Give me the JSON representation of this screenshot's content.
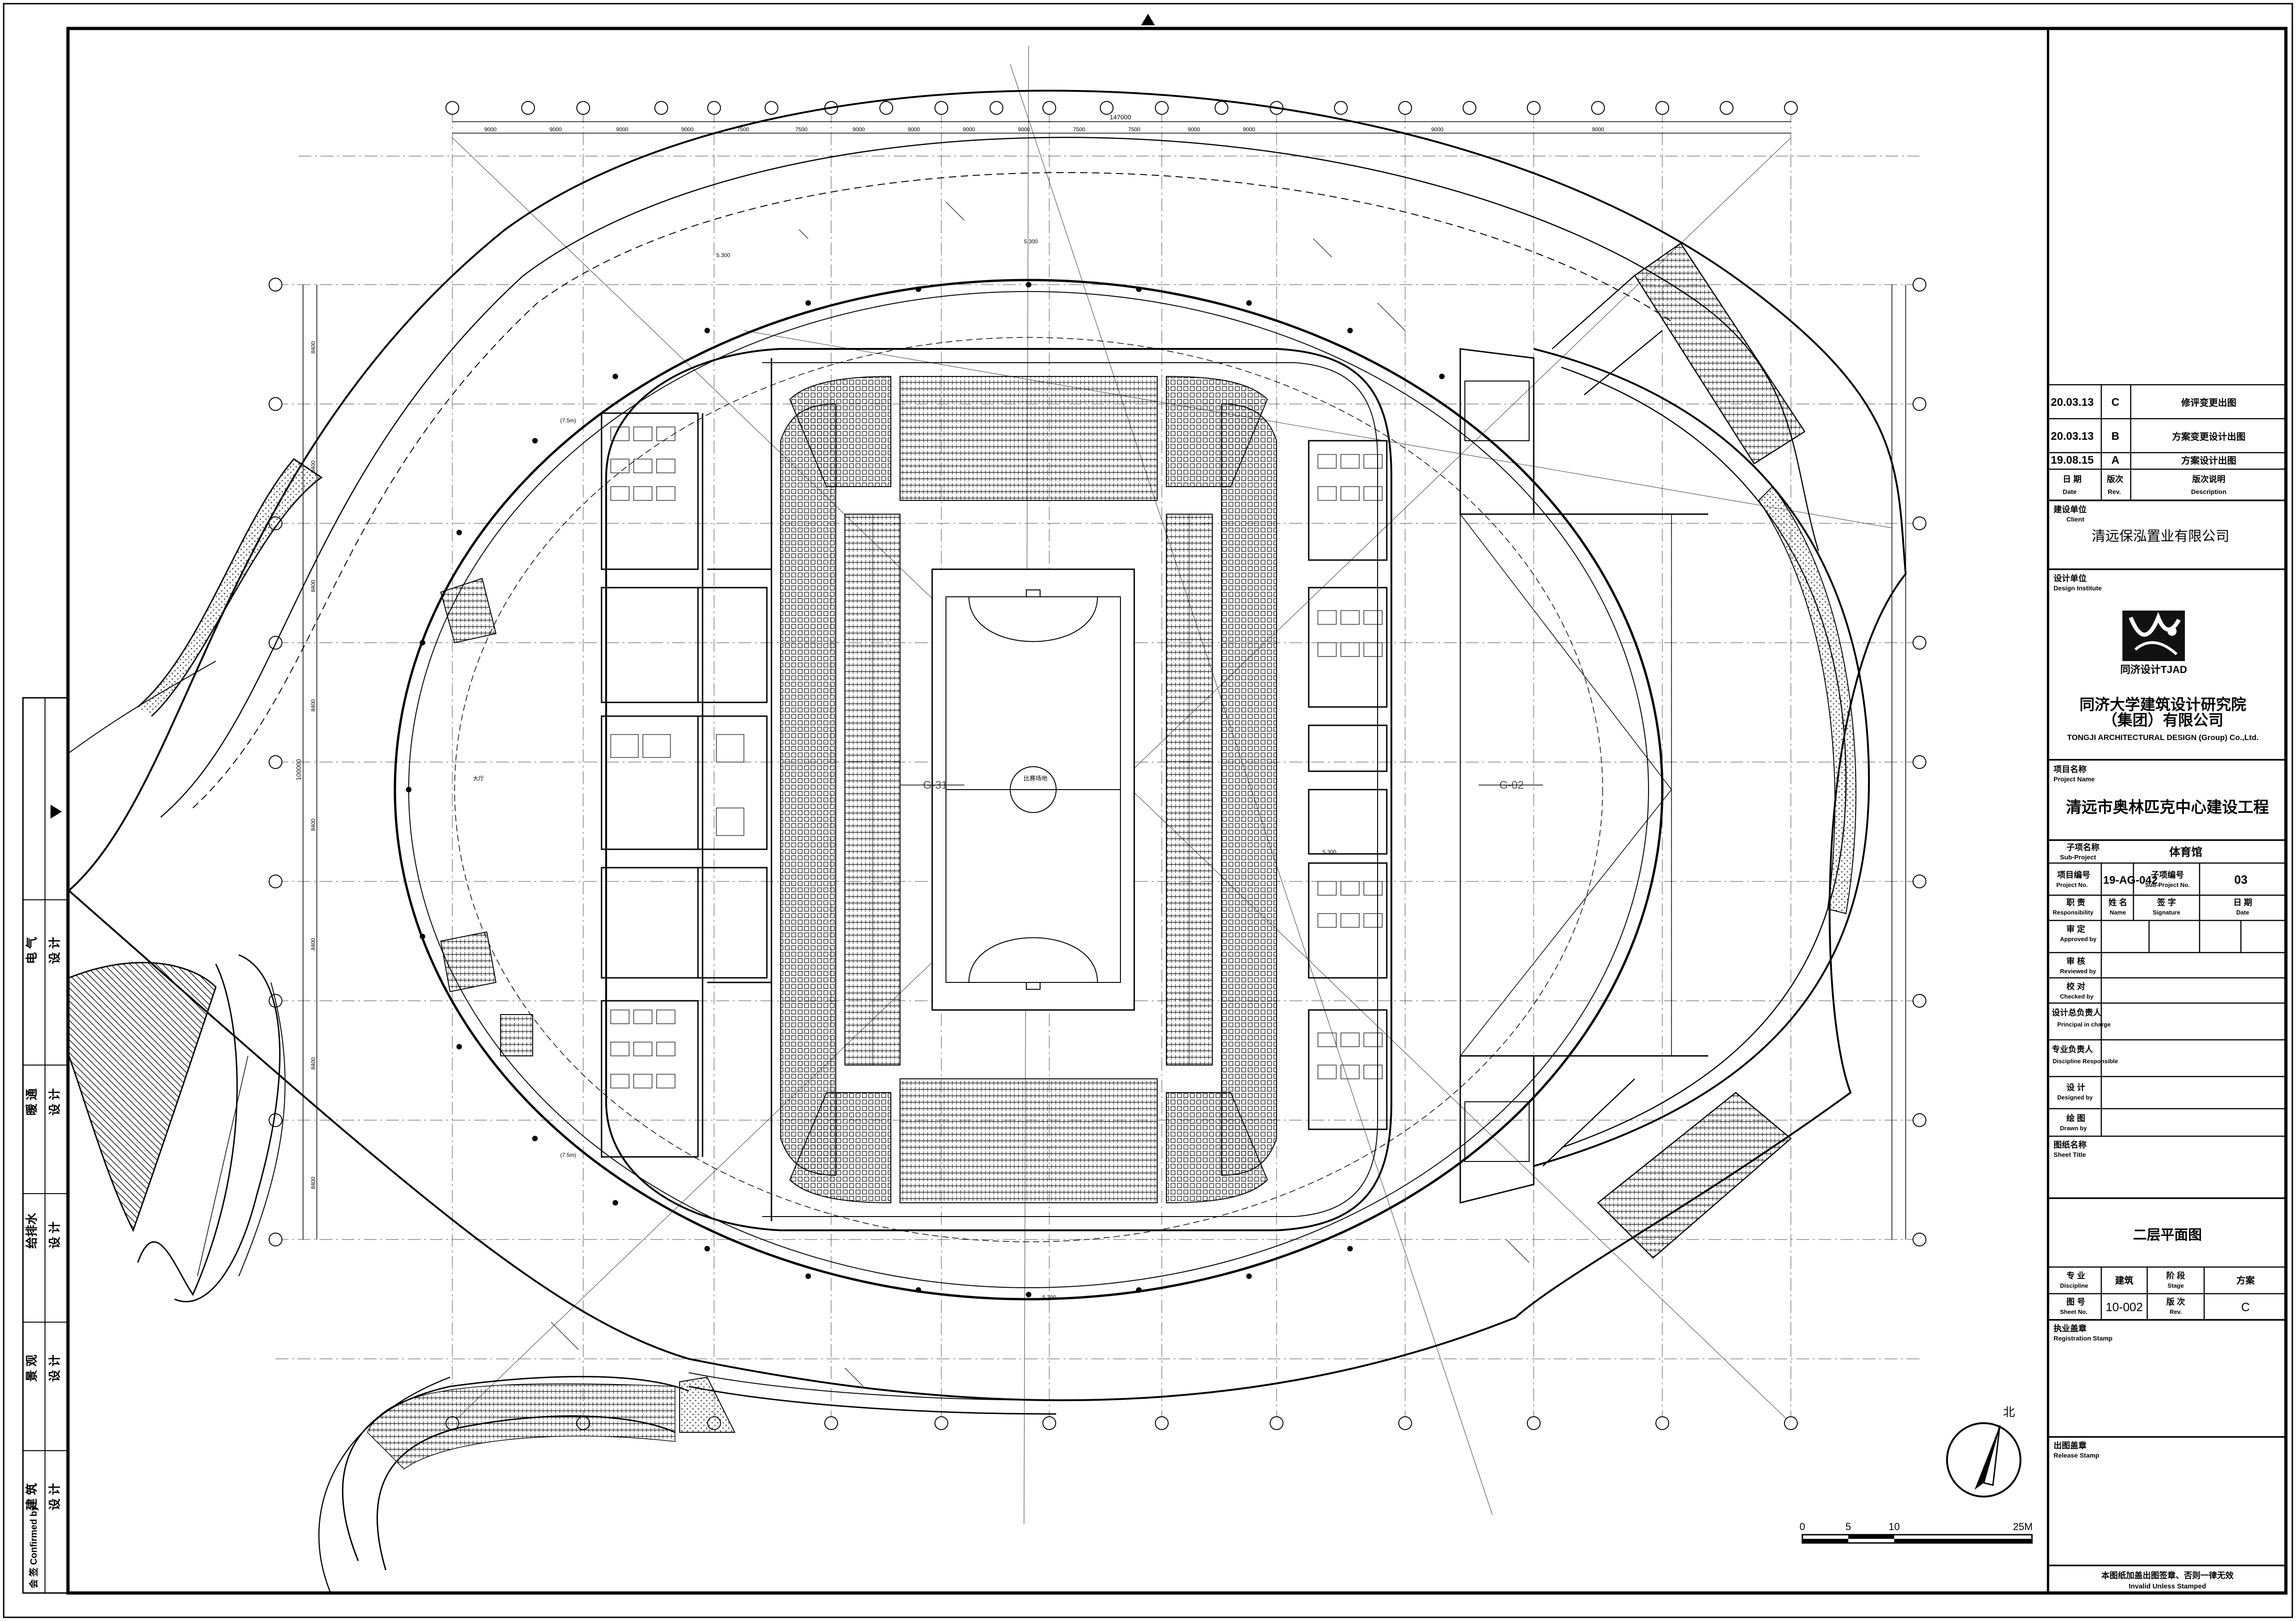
{
  "revisions": [
    {
      "date": "20.03.13",
      "rev": "C",
      "desc": "修评变更出图"
    },
    {
      "date": "20.03.13",
      "rev": "B",
      "desc": "方案变更设计出图"
    },
    {
      "date": "19.08.15",
      "rev": "A",
      "desc": "方案设计出图"
    }
  ],
  "rev_header": {
    "date_cn": "日 期",
    "date_en": "Date",
    "rev_cn": "版次",
    "rev_en": "Rev.",
    "desc_cn": "版次说明",
    "desc_en": "Description"
  },
  "client": {
    "label_cn": "建设单位",
    "label_en": "Client",
    "name": "清远保泓置业有限公司"
  },
  "institute": {
    "label_cn": "设计单位",
    "label_en": "Design Institute",
    "logo_text": "同济设计TJAD",
    "name_1": "同济大学建筑设计研究院",
    "name_2": "（集团）有限公司",
    "name_en": "TONGJI ARCHITECTURAL DESIGN (Group) Co.,Ltd."
  },
  "project": {
    "label_cn": "项目名称",
    "label_en": "Project Name",
    "name": "清远市奥林匹克中心建设工程"
  },
  "subproject": {
    "label_cn": "子项名称",
    "label_en": "Sub-Project",
    "name": "体育馆"
  },
  "project_no": {
    "label_cn": "项目编号",
    "label_en": "Project No.",
    "value": "19-AG-042",
    "sub_label_cn": "子项编号",
    "sub_label_en": "Sub-Project No.",
    "sub_value": "03"
  },
  "resp_header": {
    "resp_cn": "职 责",
    "resp_en": "Responsibility",
    "name_cn": "姓 名",
    "name_en": "Name",
    "sig_cn": "签 字",
    "sig_en": "Signature",
    "date_cn": "日 期",
    "date_en": "Date"
  },
  "roles": [
    {
      "cn": "审 定",
      "en": "Approved by"
    },
    {
      "cn": "审 核",
      "en": "Reviewed by"
    },
    {
      "cn": "校 对",
      "en": "Checked by"
    },
    {
      "cn": "设计总负责人",
      "en": "Principal in charge"
    },
    {
      "cn": "专业负责人",
      "en": "Discipline Responsible"
    },
    {
      "cn": "设 计",
      "en": "Designed by"
    },
    {
      "cn": "绘 图",
      "en": "Drawn by"
    }
  ],
  "sheet_title": {
    "label_cn": "图纸名称",
    "label_en": "Sheet Title",
    "value": "二层平面图"
  },
  "discipline": {
    "label_cn": "专 业",
    "label_en": "Discipline",
    "value": "建筑",
    "stage_cn": "阶 段",
    "stage_en": "Stage",
    "stage_value": "方案"
  },
  "sheet_no": {
    "label_cn": "图 号",
    "label_en": "Sheet No.",
    "value": "10-002",
    "rev_cn": "版 次",
    "rev_en": "Rev.",
    "rev_value": "C"
  },
  "registration": {
    "label_cn": "执业盖章",
    "label_en": "Registration Stamp"
  },
  "release": {
    "label_cn": "出图盖章",
    "label_en": "Release Stamp"
  },
  "invalid_note": {
    "cn": "本图纸加盖出图签章、否则一律无效",
    "en": "Invalid Unless Stamped"
  },
  "left_strip": [
    {
      "cn": "电 气",
      "role": "设 计"
    },
    {
      "cn": "暖 通",
      "role": "设 计"
    },
    {
      "cn": "给排水",
      "role": "设 计"
    },
    {
      "cn": "景 观",
      "role": "设 计"
    },
    {
      "cn": "建 筑",
      "role": "设 计"
    }
  ],
  "left_strip_footer": "会 签 Confirmed by",
  "scale_bar": {
    "labels": [
      "0",
      "5",
      "10",
      "25M"
    ]
  },
  "north": {
    "label": "北"
  },
  "plan": {
    "court_label": "比赛场地",
    "grid_top": [
      "G-31",
      "G-02"
    ],
    "dim_top_total": "147000",
    "dim_top_segments": [
      "9000",
      "9000",
      "9000",
      "9000",
      "7500",
      "7500",
      "9000",
      "9000",
      "9000",
      "9000",
      "7500",
      "7500",
      "9000",
      "9000",
      "9000",
      "9000"
    ],
    "dim_side_total": "100000",
    "dim_left_segments": [
      "8400",
      "8400",
      "8400",
      "8400",
      "8400",
      "8400",
      "8400",
      "8400"
    ],
    "room_label_main": "大厅",
    "elev_markers": [
      "5.300",
      "5.300",
      "5.300",
      "5.300"
    ],
    "ring_note": "(7.5m)"
  },
  "colors": {
    "line": "#000000",
    "paper": "#ffffff",
    "hatch": "#555555"
  }
}
